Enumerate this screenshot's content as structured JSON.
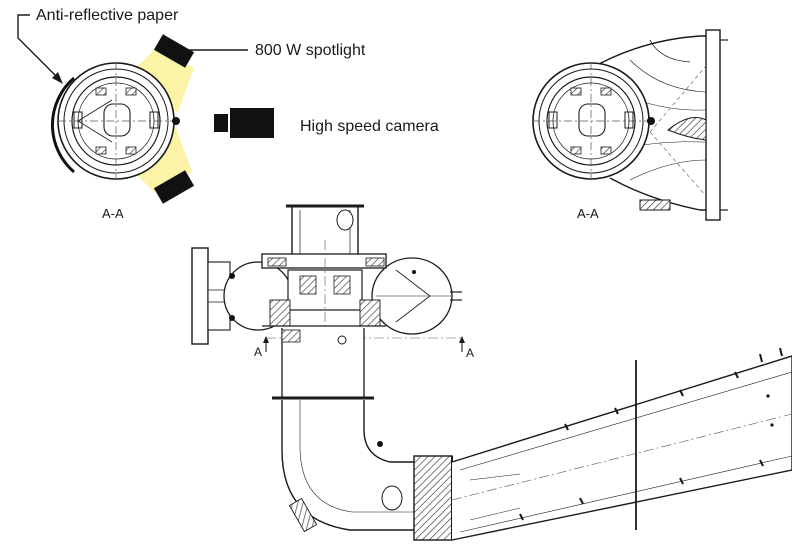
{
  "labels": {
    "paper": "Anti-reflective paper",
    "spotlight": "800 W spotlight",
    "camera": "High speed camera",
    "section_left": "A-A",
    "section_right": "A-A",
    "cut_left": "A",
    "cut_right": "A"
  },
  "colors": {
    "light_beam": "#fbf3a6",
    "ink": "#1a1a1a",
    "hatch": "#444444",
    "background": "#ffffff"
  }
}
